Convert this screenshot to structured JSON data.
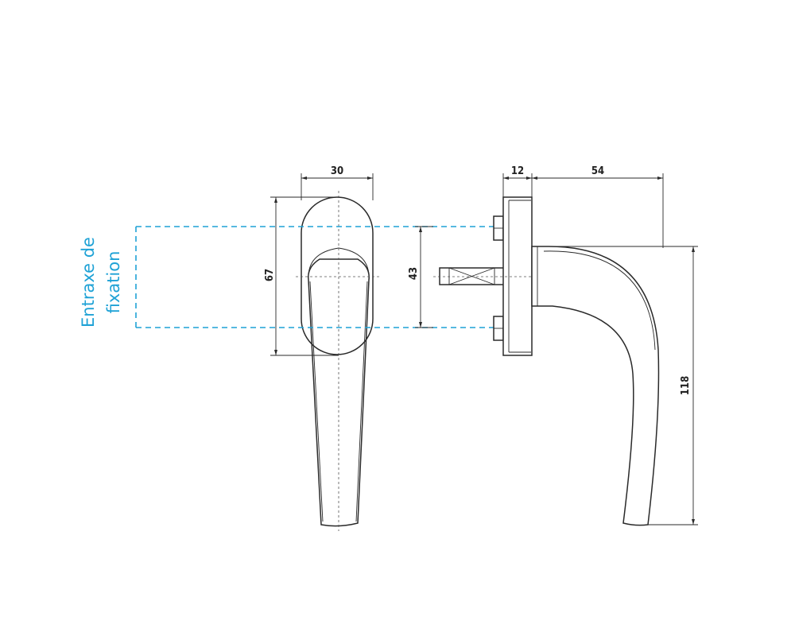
{
  "dimensions": {
    "width_front": "30",
    "height_rosette": "67",
    "fixing_distance": "43",
    "rosette_depth": "12",
    "handle_projection": "54",
    "handle_length": "118"
  },
  "annotation": {
    "line1": "Entraxe de",
    "line2": "fixation"
  },
  "colors": {
    "annotation": "#1fa2d6",
    "lines": "#2a2a2a"
  }
}
